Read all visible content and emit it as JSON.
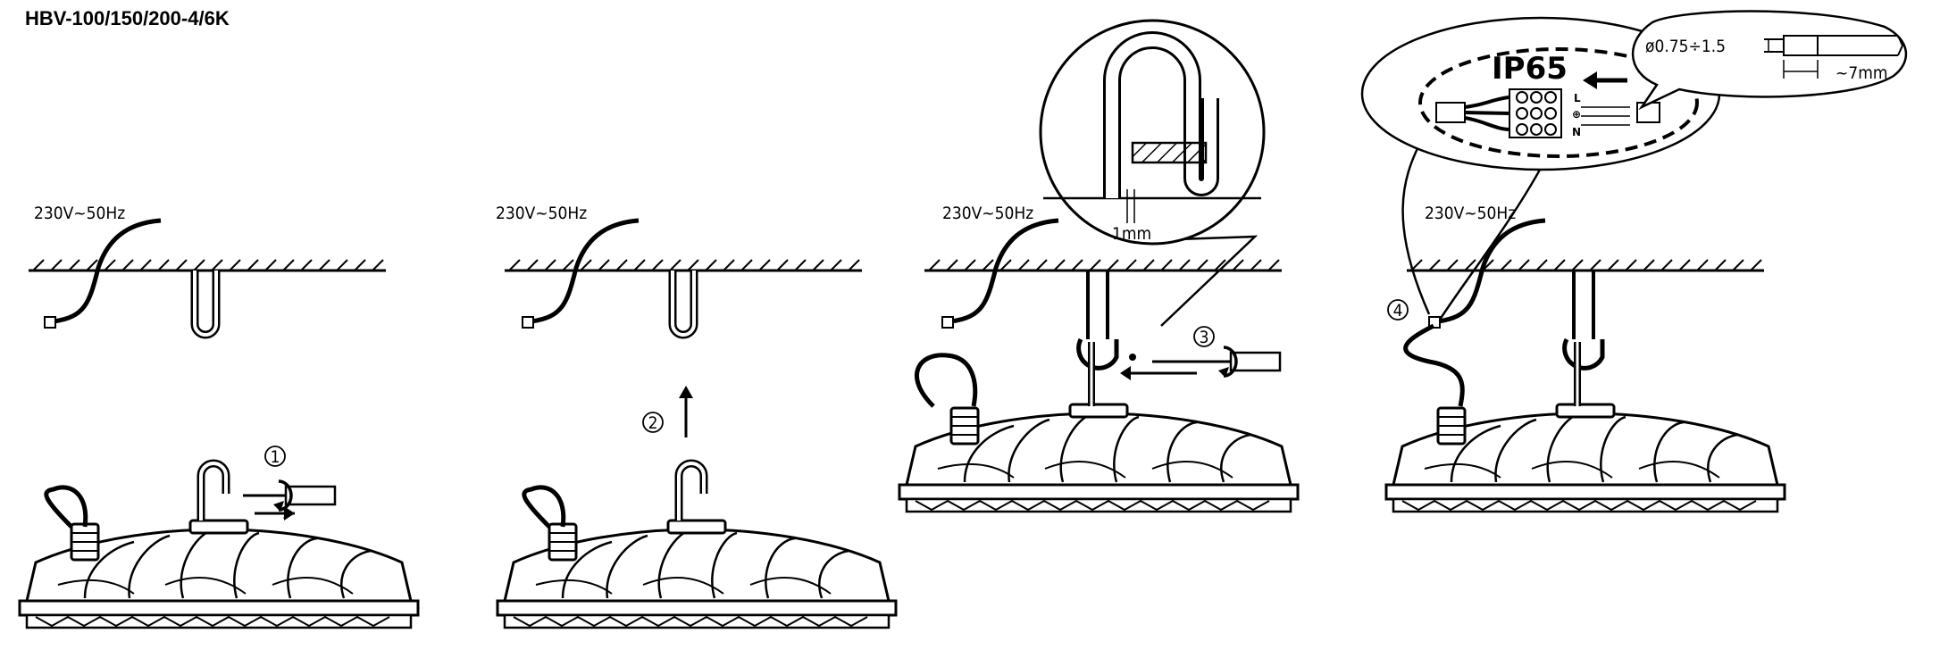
{
  "title": "HBV-100/150/200-4/6K",
  "voltage_labels": [
    "230V~50Hz",
    "230V~50Hz",
    "230V~50Hz",
    "230V~50Hz"
  ],
  "steps": [
    "1",
    "2",
    "3",
    "4"
  ],
  "detail": {
    "gap_label": "1mm",
    "rating": "IP65",
    "terminals": [
      "L",
      "⊕",
      "N"
    ],
    "wire_size": "ø0.75÷1.5",
    "strip_length": "~7mm"
  }
}
